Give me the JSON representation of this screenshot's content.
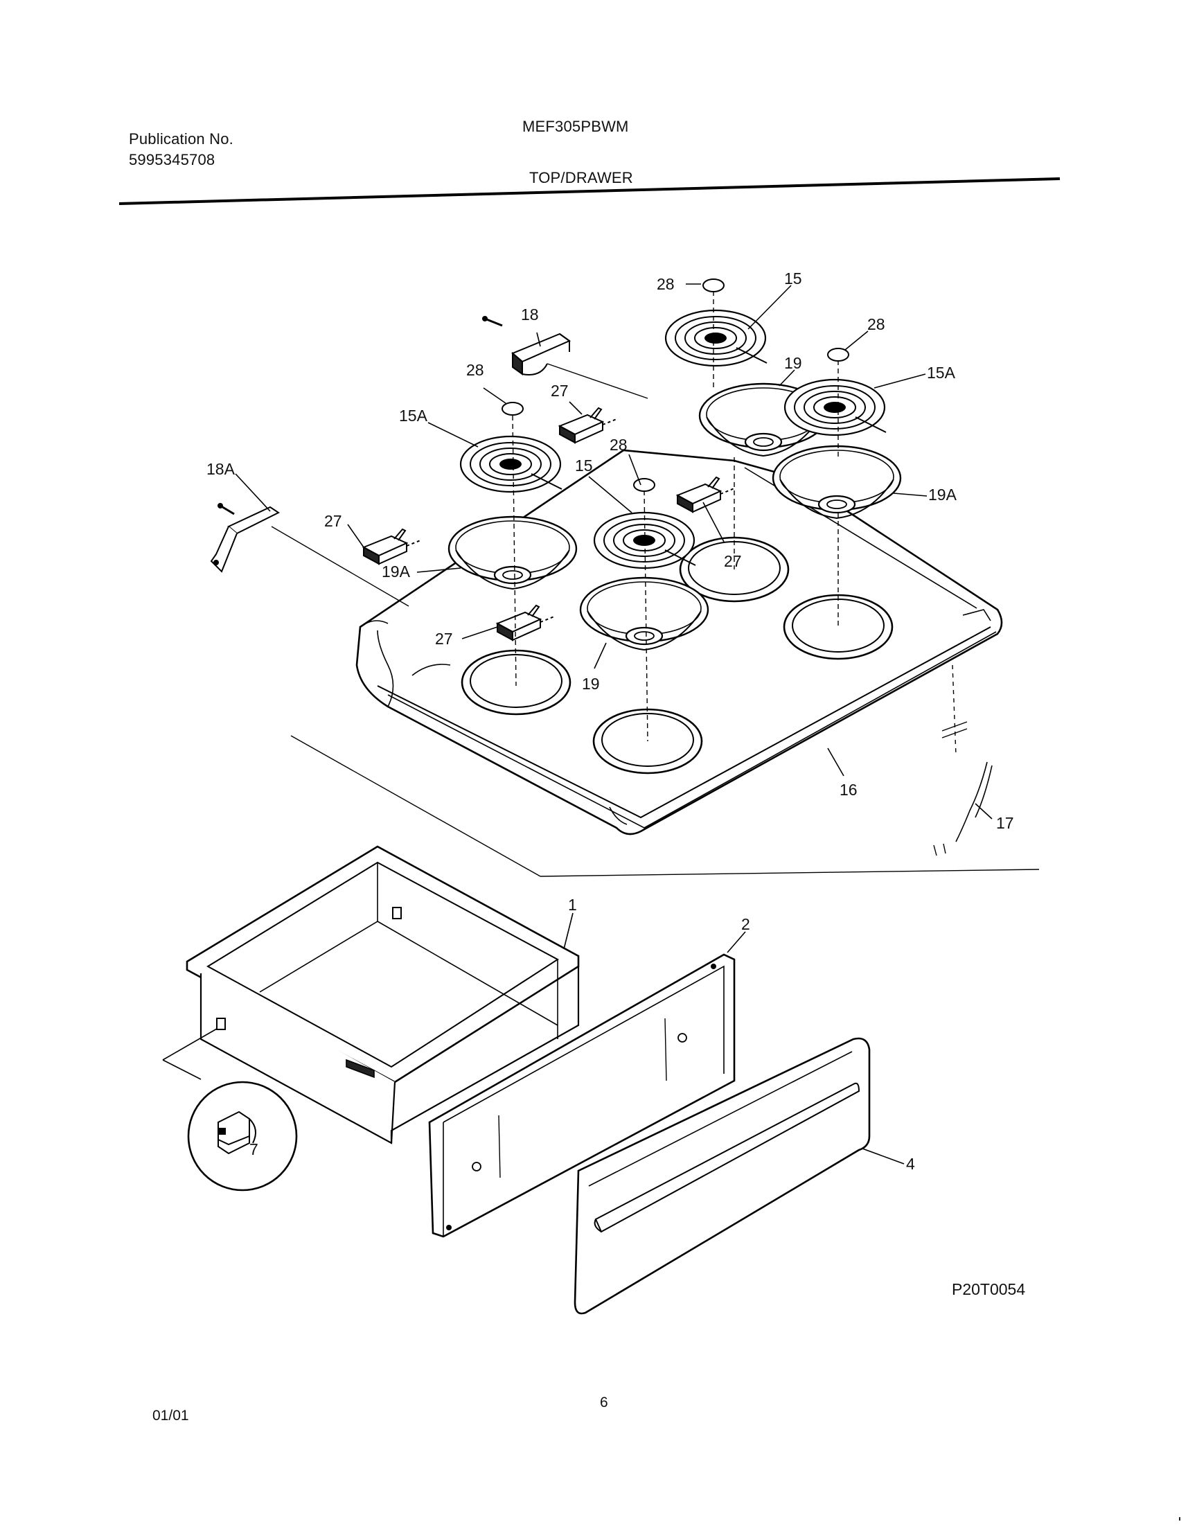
{
  "header": {
    "publication_label": "Publication No.",
    "publication_number": "5995345708",
    "model": "MEF305PBWM",
    "section_title": "TOP/DRAWER"
  },
  "callouts": {
    "c28_top": "28",
    "c15_top": "15",
    "c18": "18",
    "c28_right": "28",
    "c15a_right": "15A",
    "c28_left": "28",
    "c27_a": "27",
    "c19_top": "19",
    "c15a_left": "15A",
    "c15_mid": "15",
    "c28_mid": "28",
    "c18a": "18A",
    "c19a_right": "19A",
    "c27_b": "27",
    "c27_c": "27",
    "c19a_left": "19A",
    "c27_d": "27",
    "c19_bottom": "19",
    "c16": "16",
    "c17": "17",
    "c1": "1",
    "c2": "2",
    "c7": "7",
    "c4": "4"
  },
  "figure_id": "P20T0054",
  "footer": {
    "date": "01/01",
    "page": "6"
  }
}
